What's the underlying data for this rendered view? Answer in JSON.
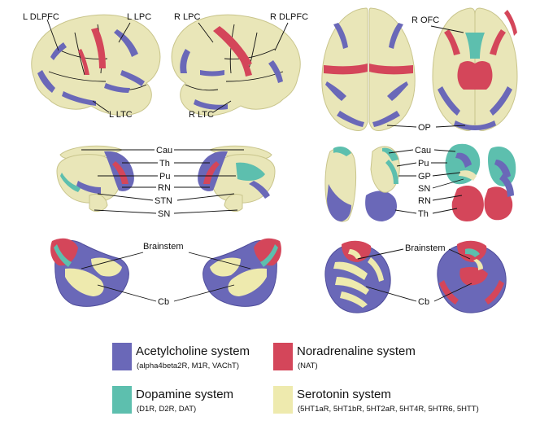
{
  "colors": {
    "acetylcholine": "#6a68b8",
    "dopamine": "#5dbfae",
    "noradrenaline": "#d4465a",
    "serotonin": "#eeeaae",
    "tissue": "#e9e6b8"
  },
  "labels": {
    "l_dlpfc": "L DLPFC",
    "l_lpc": "L LPC",
    "r_lpc": "R LPC",
    "r_dlpfc": "R DLPFC",
    "l_ltc": "L LTC",
    "r_ltc": "R LTC",
    "r_ofc": "R OFC",
    "op": "OP",
    "cau": "Cau",
    "th": "Th",
    "pu": "Pu",
    "rn": "RN",
    "stn": "STN",
    "sn": "SN",
    "gp": "GP",
    "brainstem": "Brainstem",
    "cb": "Cb"
  },
  "legend": [
    {
      "key": "acetylcholine",
      "title": "Acetylcholine system",
      "subtitle": "(alpha4beta2R, M1R, VAChT)",
      "color": "#6a68b8"
    },
    {
      "key": "noradrenaline",
      "title": "Noradrenaline system",
      "subtitle": "(NAT)",
      "color": "#d4465a"
    },
    {
      "key": "dopamine",
      "title": "Dopamine system",
      "subtitle": "(D1R, D2R, DAT)",
      "color": "#5dbfae"
    },
    {
      "key": "serotonin",
      "title": "Serotonin system",
      "subtitle": "(5HT1aR, 5HT1bR, 5HT2aR, 5HT4R, 5HTR6, 5HTT)",
      "color": "#eeeaae"
    }
  ]
}
